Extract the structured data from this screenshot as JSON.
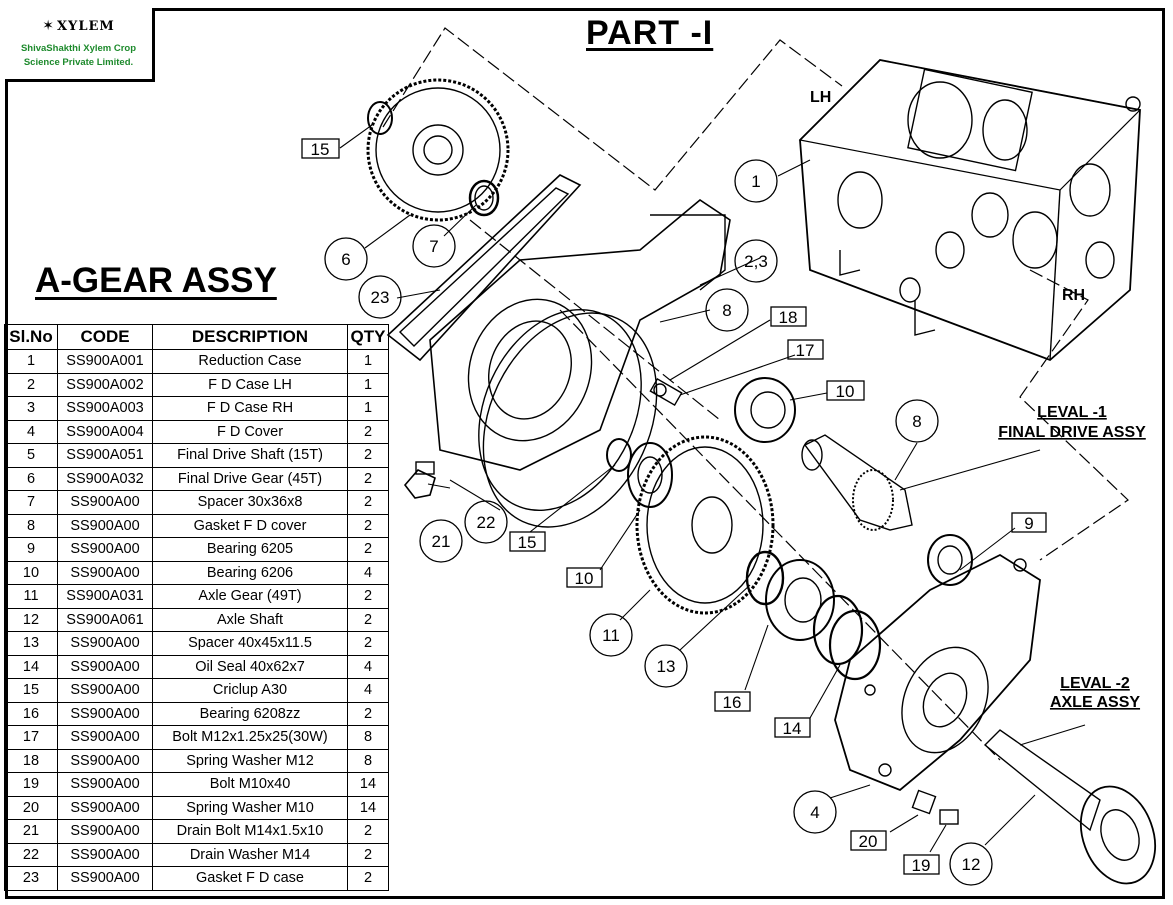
{
  "logo": {
    "brand": "XYLEM",
    "company_line1": "ShivaShakthi Xylem Crop",
    "company_line2": "Science Private Limited."
  },
  "title": "PART -I",
  "assy_title": "A-GEAR ASSY",
  "table": {
    "headers": [
      "Sl.No",
      "CODE",
      "DESCRIPTION",
      "QTY"
    ],
    "rows": [
      [
        "1",
        "SS900A001",
        "Reduction Case",
        "1"
      ],
      [
        "2",
        "SS900A002",
        "F D Case LH",
        "1"
      ],
      [
        "3",
        "SS900A003",
        "F D Case RH",
        "1"
      ],
      [
        "4",
        "SS900A004",
        "F D Cover",
        "2"
      ],
      [
        "5",
        "SS900A051",
        "Final Drive Shaft (15T)",
        "2"
      ],
      [
        "6",
        "SS900A032",
        "Final Drive Gear (45T)",
        "2"
      ],
      [
        "7",
        "SS900A00",
        "Spacer 30x36x8",
        "2"
      ],
      [
        "8",
        "SS900A00",
        "Gasket F D cover",
        "2"
      ],
      [
        "9",
        "SS900A00",
        "Bearing 6205",
        "2"
      ],
      [
        "10",
        "SS900A00",
        "Bearing 6206",
        "4"
      ],
      [
        "11",
        "SS900A031",
        "Axle Gear (49T)",
        "2"
      ],
      [
        "12",
        "SS900A061",
        "Axle Shaft",
        "2"
      ],
      [
        "13",
        "SS900A00",
        "Spacer 40x45x11.5",
        "2"
      ],
      [
        "14",
        "SS900A00",
        "Oil Seal 40x62x7",
        "4"
      ],
      [
        "15",
        "SS900A00",
        "Criclup A30",
        "4"
      ],
      [
        "16",
        "SS900A00",
        "Bearing 6208zz",
        "2"
      ],
      [
        "17",
        "SS900A00",
        "Bolt M12x1.25x25(30W)",
        "8"
      ],
      [
        "18",
        "SS900A00",
        "Spring Washer M12",
        "8"
      ],
      [
        "19",
        "SS900A00",
        "Bolt M10x40",
        "14"
      ],
      [
        "20",
        "SS900A00",
        "Spring Washer M10",
        "14"
      ],
      [
        "21",
        "SS900A00",
        "Drain Bolt M14x1.5x10",
        "2"
      ],
      [
        "22",
        "SS900A00",
        "Drain Washer M14",
        "2"
      ],
      [
        "23",
        "SS900A00",
        "Gasket F D case",
        "2"
      ]
    ]
  },
  "drawing_labels": {
    "lh": "LH",
    "rh": "RH",
    "level1_a": "LEVAL -1",
    "level1_b": "FINAL DRIVE ASSY",
    "level2_a": "LEVAL -2",
    "level2_b": "AXLE ASSY"
  },
  "callouts": {
    "c1": "1",
    "c23": "2,3",
    "c4": "4",
    "c6": "6",
    "c7": "7",
    "c8a": "8",
    "c8b": "8",
    "c9": "9",
    "c10a": "10",
    "c10b": "10",
    "c11": "11",
    "c12": "12",
    "c13": "13",
    "c14": "14",
    "c15a": "15",
    "c15b": "15",
    "c16": "16",
    "c17": "17",
    "c18": "18",
    "c19": "19",
    "c20": "20",
    "c21": "21",
    "c22": "22",
    "c23g": "23"
  }
}
